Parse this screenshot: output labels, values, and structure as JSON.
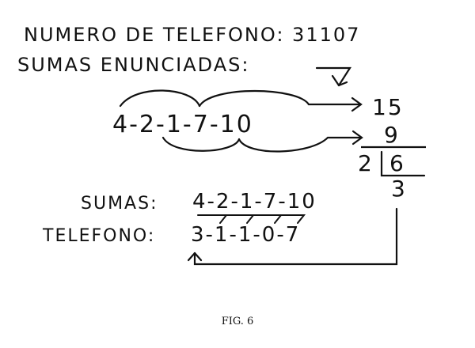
{
  "title_line_1": "NUMERO DE TELEFONO: 31107",
  "title_line_2": "SUMAS ENUNCIADAS:",
  "top_sequence": "4-2-1-7-10",
  "sum_top": "15",
  "sum_bottom": "9",
  "division_divisor": "2",
  "division_dividend": "6",
  "division_quotient": "3",
  "sumas_label": "SUMAS:",
  "sumas_values": "4-2-1-7-10",
  "telefono_label": "TELEFONO:",
  "telefono_values": "3-1-1-0-7",
  "figure_caption": "FIG. 6"
}
